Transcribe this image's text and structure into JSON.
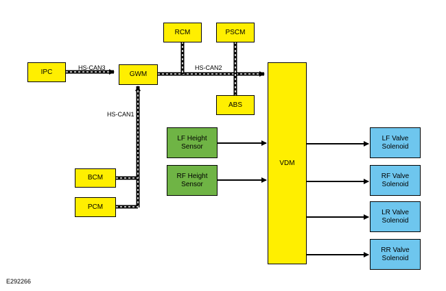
{
  "modules": {
    "ipc": "IPC",
    "gwm": "GWM",
    "rcm": "RCM",
    "pscm": "PSCM",
    "abs": "ABS",
    "bcm": "BCM",
    "pcm": "PCM",
    "vdm": "VDM",
    "lf_sensor": "LF Height Sensor",
    "rf_sensor": "RF Height Sensor",
    "lf_solenoid": "LF Valve Solenoid",
    "rf_solenoid": "RF Valve Solenoid",
    "lr_solenoid": "LR Valve Solenoid",
    "rr_solenoid": "RR Valve Solenoid"
  },
  "buses": {
    "hs_can1": "HS-CAN1",
    "hs_can2": "HS-CAN2",
    "hs_can3": "HS-CAN3"
  },
  "figure_id": "E292266",
  "colors": {
    "module_yellow": "#ffef00",
    "sensor_green": "#6fb445",
    "solenoid_blue": "#6ec6ee",
    "line": "#000000"
  }
}
